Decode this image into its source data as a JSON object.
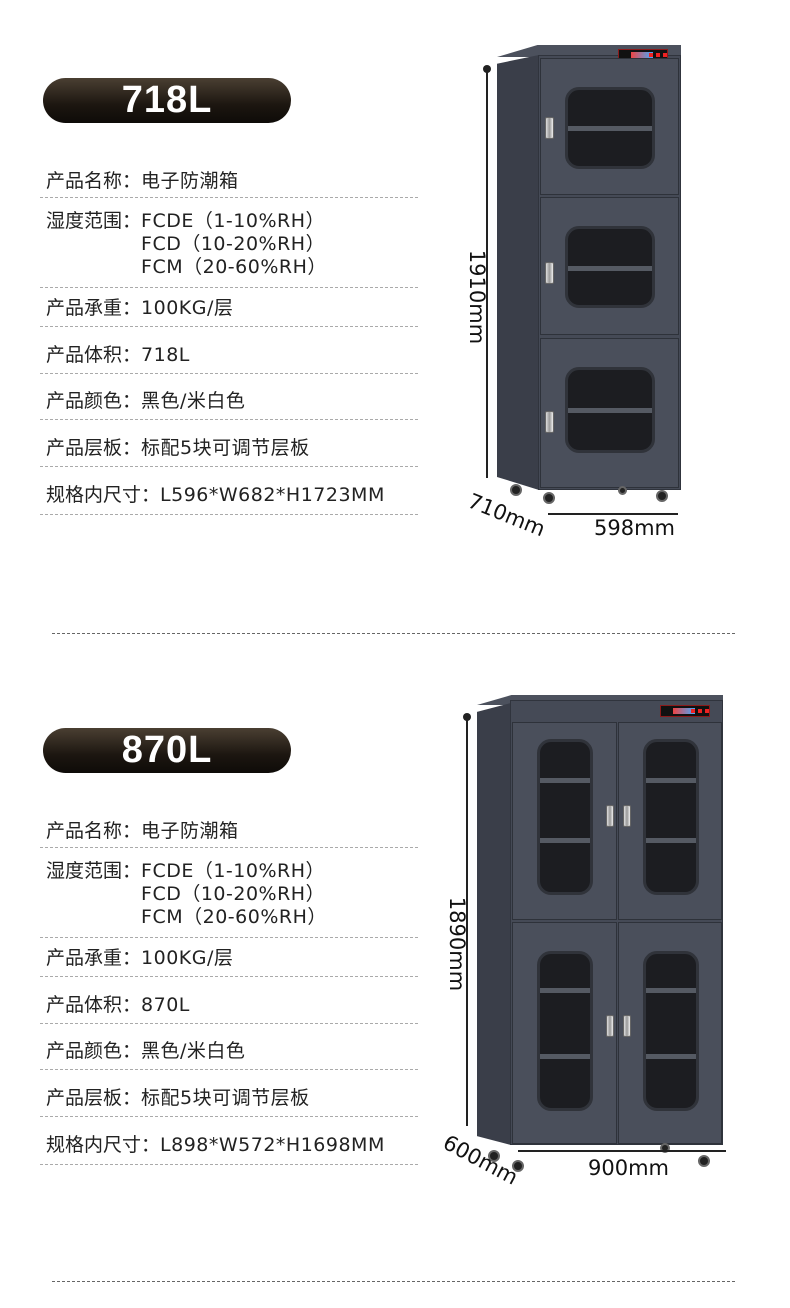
{
  "products": [
    {
      "badge": "718L",
      "specs": [
        {
          "label": "产品名称：",
          "value": "电子防潮箱"
        },
        {
          "label": "湿度范围：",
          "value": "FCDE（1-10%RH）\nFCD（10-20%RH）\nFCM（20-60%RH）"
        },
        {
          "label": "产品承重：",
          "value": "100KG/层"
        },
        {
          "label": "产品体积：",
          "value": "718L"
        },
        {
          "label": "产品颜色：",
          "value": "黑色/米白色"
        },
        {
          "label": "产品层板：",
          "value": "标配5块可调节层板"
        },
        {
          "label": "规格内尺寸：",
          "value": "L596*W682*H1723MM"
        }
      ],
      "dims": {
        "height": "1910mm",
        "depth": "710mm",
        "width": "598mm"
      }
    },
    {
      "badge": "870L",
      "specs": [
        {
          "label": "产品名称：",
          "value": "电子防潮箱"
        },
        {
          "label": "湿度范围：",
          "value": "FCDE（1-10%RH）\nFCD（10-20%RH）\nFCM（20-60%RH）"
        },
        {
          "label": "产品承重：",
          "value": "100KG/层"
        },
        {
          "label": "产品体积：",
          "value": "870L"
        },
        {
          "label": "产品颜色：",
          "value": "黑色/米白色"
        },
        {
          "label": "产品层板：",
          "value": "标配5块可调节层板"
        },
        {
          "label": "规格内尺寸：",
          "value": "L898*W572*H1698MM"
        }
      ],
      "dims": {
        "height": "1890mm",
        "depth": "600mm",
        "width": "900mm"
      }
    }
  ],
  "colors": {
    "cabinet": "#454a56",
    "badge": "#1c1610"
  }
}
